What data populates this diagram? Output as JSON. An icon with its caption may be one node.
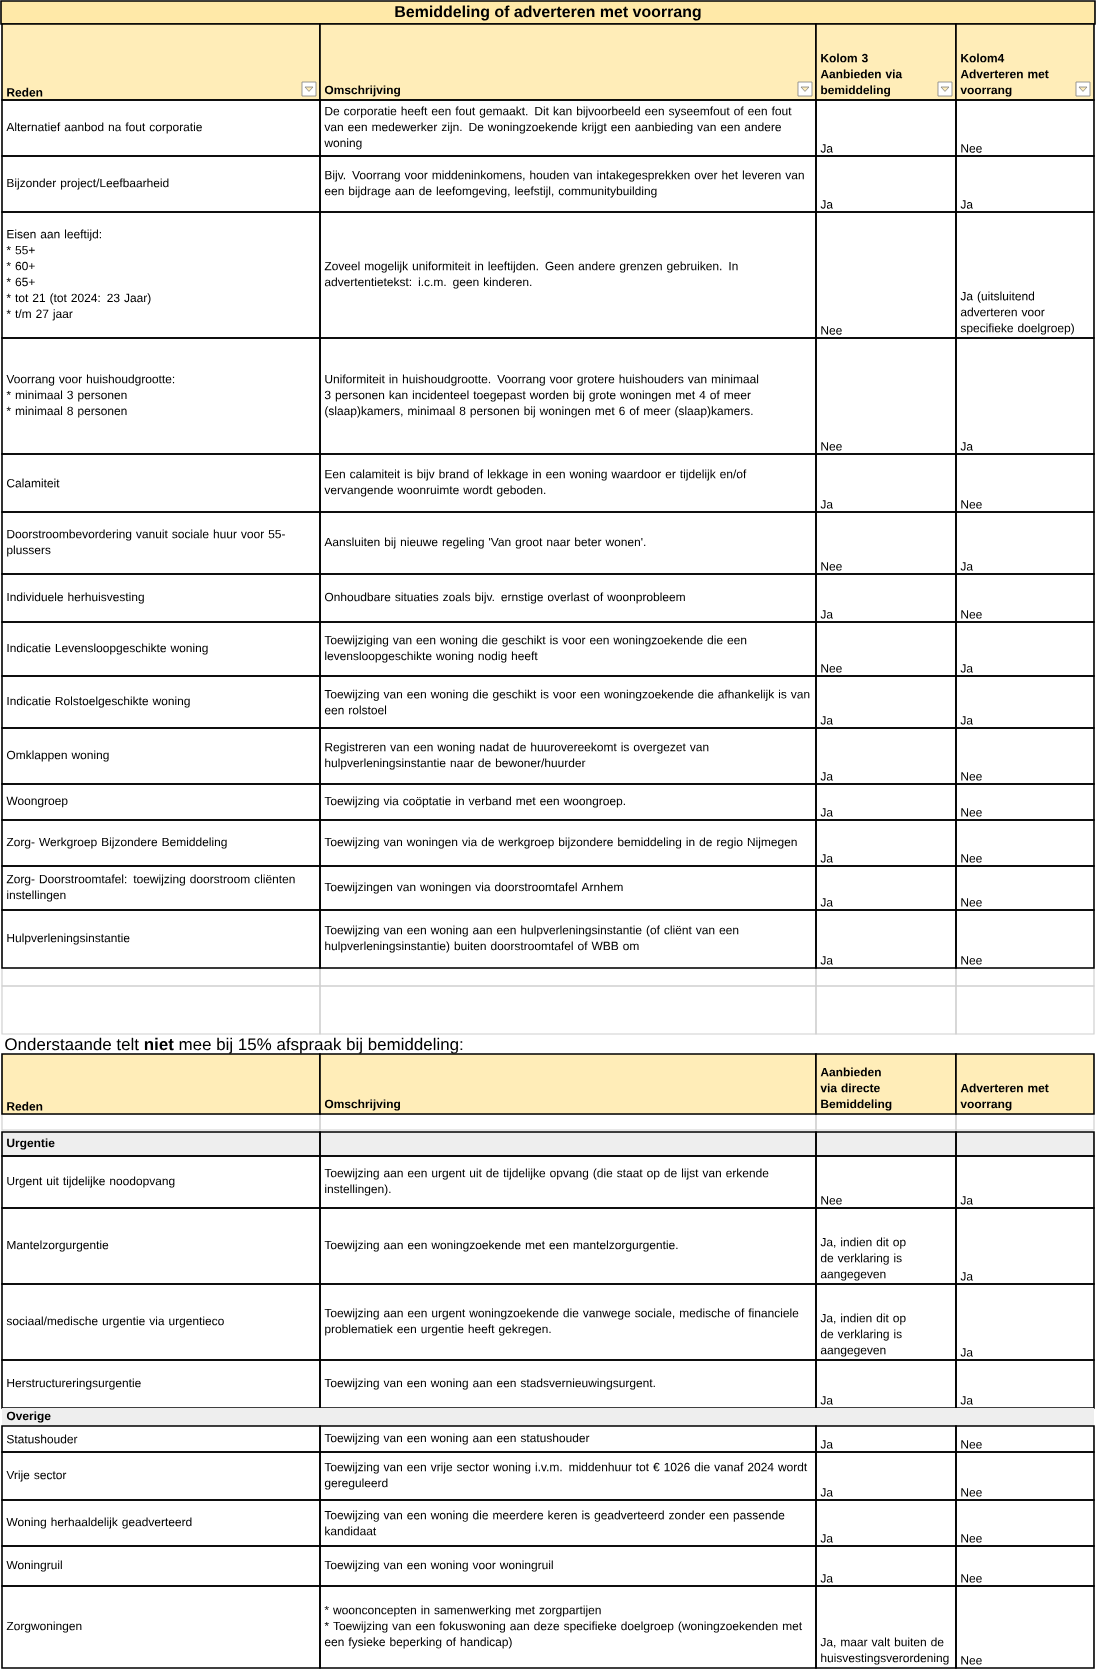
{
  "diagram": {
    "title": "Bemiddeling of adverteren met voorrang",
    "labels": [
      "Reden",
      "Omschrijving",
      "Kolom 3 Aanbieden via bemiddeling",
      "Kolom4 Adverteren met voorrang",
      "Alternatief aanbod na fout corporatie",
      "De corporatie heeft een fout gemaakt. Dit kan bijvoorbeeld een syseemfout of een fout van een medewerker zijn. De woningzoekende krijgt een aanbieding van een andere woning",
      "Ja",
      "Nee",
      "Bijzonder project/Leefbaarheid",
      "Bijv. Voorrang voor middeninkomens, houden van intakegesprekken over het leveren van een bijdrage aan de leefomgeving, leefstijl, communitybuilding",
      "Ja",
      "Ja",
      "Eisen aan leeftijd:",
      "* 55+",
      "* 60+",
      "* 65+",
      "* tot 21 (tot 2024: 23 Jaar)",
      "* t/m 27 jaar",
      "Zoveel mogelijk uniformiteit in leeftijden.  Geen andere grenzen gebruiken. In advertentietekst: i.c.m. geen kinderen.",
      "Nee",
      "Ja (uitsluitend adverteren voor specifieke doelgroep)",
      "Voorrang voor huishoudgrootte:",
      "* minimaal 3 personen",
      "* minimaal 8 personen",
      "Uniformiteit in huishoudgrootte. Voorrang voor grotere huishouders van minimaal 3 personen kan incidenteel toegepast worden bij grote woningen met 4 of meer (slaap)kamers, minimaal 8 personen bij woningen met 6 of meer (slaap)kamers.",
      "Nee",
      "Ja",
      "Calamiteit",
      "Een calamiteit is bijv brand of lekkage in een woning waardoor er tijdelijk en/of vervangende woonruimte wordt geboden.",
      "Ja",
      "Nee",
      "Doorstroombevordering vanuit sociale huur voor 55-plussers",
      "Aansluiten bij nieuwe regeling 'Van groot naar beter wonen'.",
      "Nee",
      "Ja",
      "Individuele herhuisvesting",
      "Onhoudbare situaties zoals bijv. ernstige overlast of woonprobleem",
      "Ja",
      "Nee",
      "Indicatie Levensloopgeschikte woning",
      "Toewijziging van een woning die geschikt is voor een woningzoekende die een levensloopgeschikte woning nodig heeft",
      "Nee",
      "Ja",
      "Indicatie Rolstoelgeschikte woning",
      "Toewijzing van een woning die geschikt is voor een woningzoekende die afhankelijk is van een rolstoel",
      "Ja",
      "Ja",
      "Omklappen woning",
      "Registreren van een woning nadat de huurovereekomt is overgezet van hulpverleningsinstantie naar de bewoner/huurder",
      "Ja",
      "Nee",
      "Woongroep",
      "Toewijzing via coöptatie in verband met een woongroep.",
      "Ja",
      "Nee",
      "Zorg- Werkgroep Bijzondere Bemiddeling",
      "Toewijzing van woningen via de werkgroep bijzondere bemiddeling in de regio Nijmegen",
      "Ja",
      "Nee",
      "Zorg- Doorstroomtafel: toewijzing doorstroom cliënten instellingen",
      "Toewijzingen van woningen via doorstroomtafel Arnhem",
      "Ja",
      "Nee",
      "Hulpverleningsinstantie",
      "Toewijzing van een woning aan een hulpverleningsinstantie (of cliënt van een hulpverleningsinstantie) buiten doorstroomtafel of WBB om",
      "Ja",
      "Nee",
      "Onderstaande telt **niet** mee bij 15% afspraak bij bemiddeling:",
      "Reden",
      "Omschrijving",
      "Aanbieden via directe Bemiddeling",
      "Adverteren met voorrang",
      "Urgentie",
      "Urgent uit tijdelijke noodopvang",
      "Toewijzing aan een urgent uit de tijdelijke opvang (die staat op de lijst van erkende instellingen).",
      "Nee",
      "Ja",
      "Mantelzorgurgentie",
      "Toewijzing aan een woningzoekende met een mantelzorgurgentie.",
      "Ja, indien dit op de verklaring is aangegeven",
      "Ja",
      "sociaal/medische urgentie via urgentieco",
      "Toewijzing aan een urgent woningzoekende die vanwege sociale, medische of financiele problematiek een urgentie heeft gekregen.",
      "Ja, indien dit op de verklaring is aangegeven",
      "Ja",
      "Herstructureringsurgentie",
      "Toewijzing van een woning aan een stadsvernieuwingsurgent.",
      "Ja",
      "Ja",
      "Overige",
      "Statushouder",
      "Toewijzing van een woning aan een statushouder",
      "Ja",
      "Nee",
      "Vrije sector",
      "Toewijzing van een vrije sector woning i.v.m. middenhuur tot € 1026 die vanaf 2024 wordt gereguleerd",
      "Ja",
      "Nee",
      "Woning herhaaldelijk geadverteerd",
      "Toewijzing van een woning die meerdere keren is geadverteerd zonder een passende kandidaat",
      "Ja",
      "Nee",
      "Woningruil",
      "Toewijzing van een woning voor woningruil",
      "Ja",
      "Nee",
      "Zorgwoningen",
      "* woonconcepten in samenwerking met zorgpartijen",
      "* Toewijzing van een fokuswoning aan deze specifieke doelgroep (woningzoekenden met een fysieke beperking of handicap)",
      "Ja, maar valt buiten de huisvestingsverordening",
      "Nee"
    ]
  }
}
